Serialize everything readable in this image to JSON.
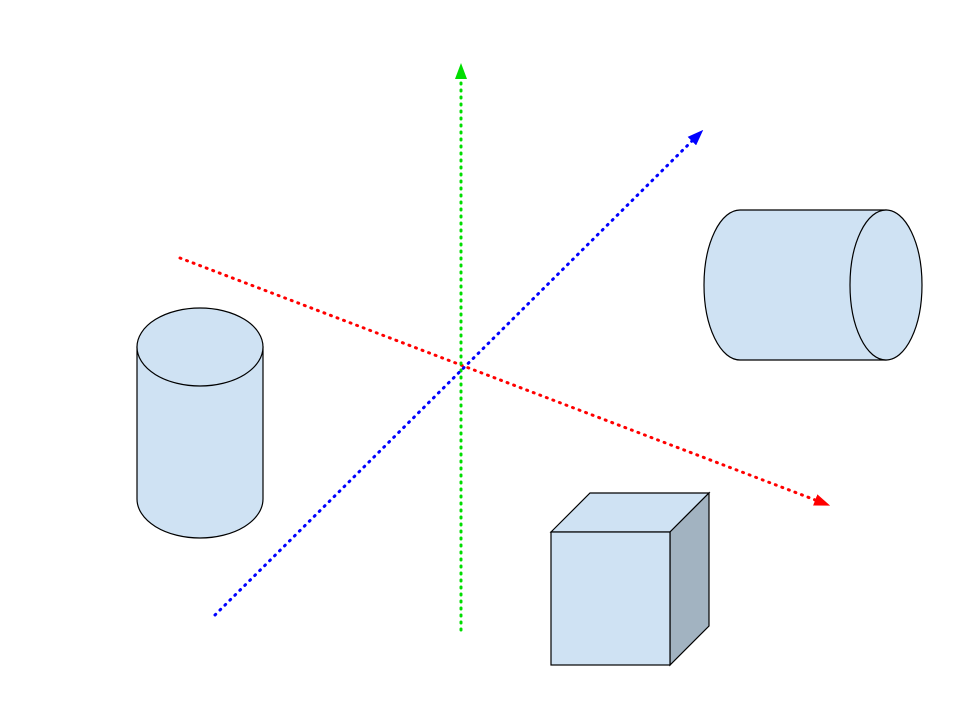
{
  "diagram": {
    "colors": {
      "axis_x": "#ff0000",
      "axis_y": "#00dd00",
      "axis_z": "#0000ff",
      "shape_fill": "#cfe2f3",
      "shape_shade": "#a2b3c1",
      "outline": "#000000",
      "background": "#ffffff"
    },
    "axes": [
      {
        "name": "x-axis",
        "color_key": "axis_x"
      },
      {
        "name": "y-axis",
        "color_key": "axis_y"
      },
      {
        "name": "z-axis",
        "color_key": "axis_z"
      }
    ],
    "shapes": [
      {
        "kind": "cylinder-vertical"
      },
      {
        "kind": "cylinder-horizontal"
      },
      {
        "kind": "cube"
      }
    ]
  }
}
